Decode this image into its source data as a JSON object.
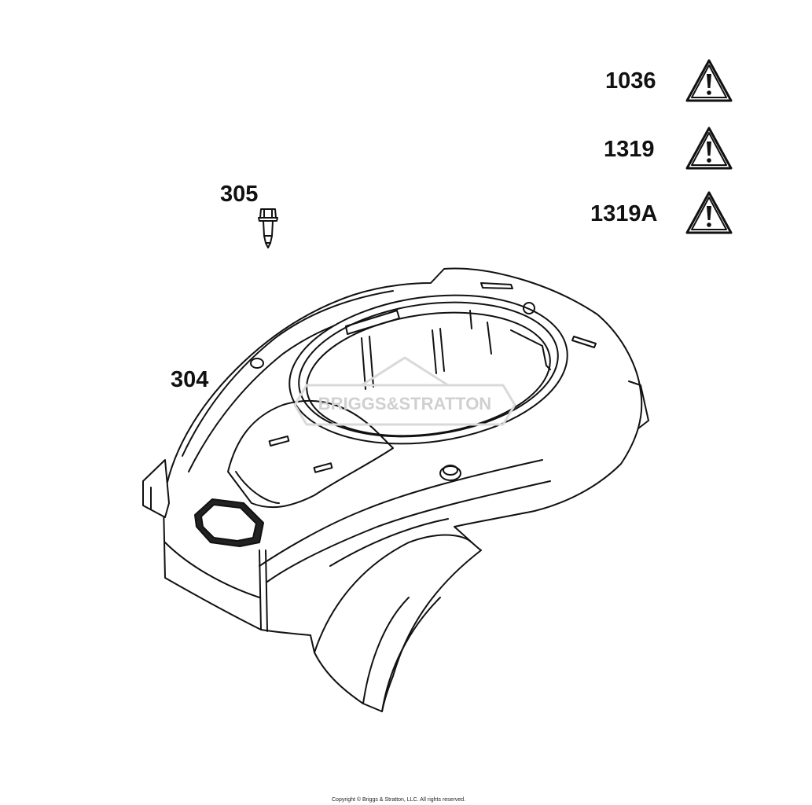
{
  "callouts": {
    "housing": "304",
    "screw": "305",
    "warnings": [
      {
        "ref": "1036",
        "icon": "warning-triangle-icon"
      },
      {
        "ref": "1319",
        "icon": "warning-triangle-icon"
      },
      {
        "ref": "1319A",
        "icon": "warning-triangle-icon"
      }
    ]
  },
  "watermark": "BRIGGS&STRATTON",
  "copyright": "Copyright © Briggs & Stratton, LLC. All rights reserved.",
  "colors": {
    "line": "#111111",
    "watermark": "#d9d9d9",
    "background": "#ffffff"
  }
}
